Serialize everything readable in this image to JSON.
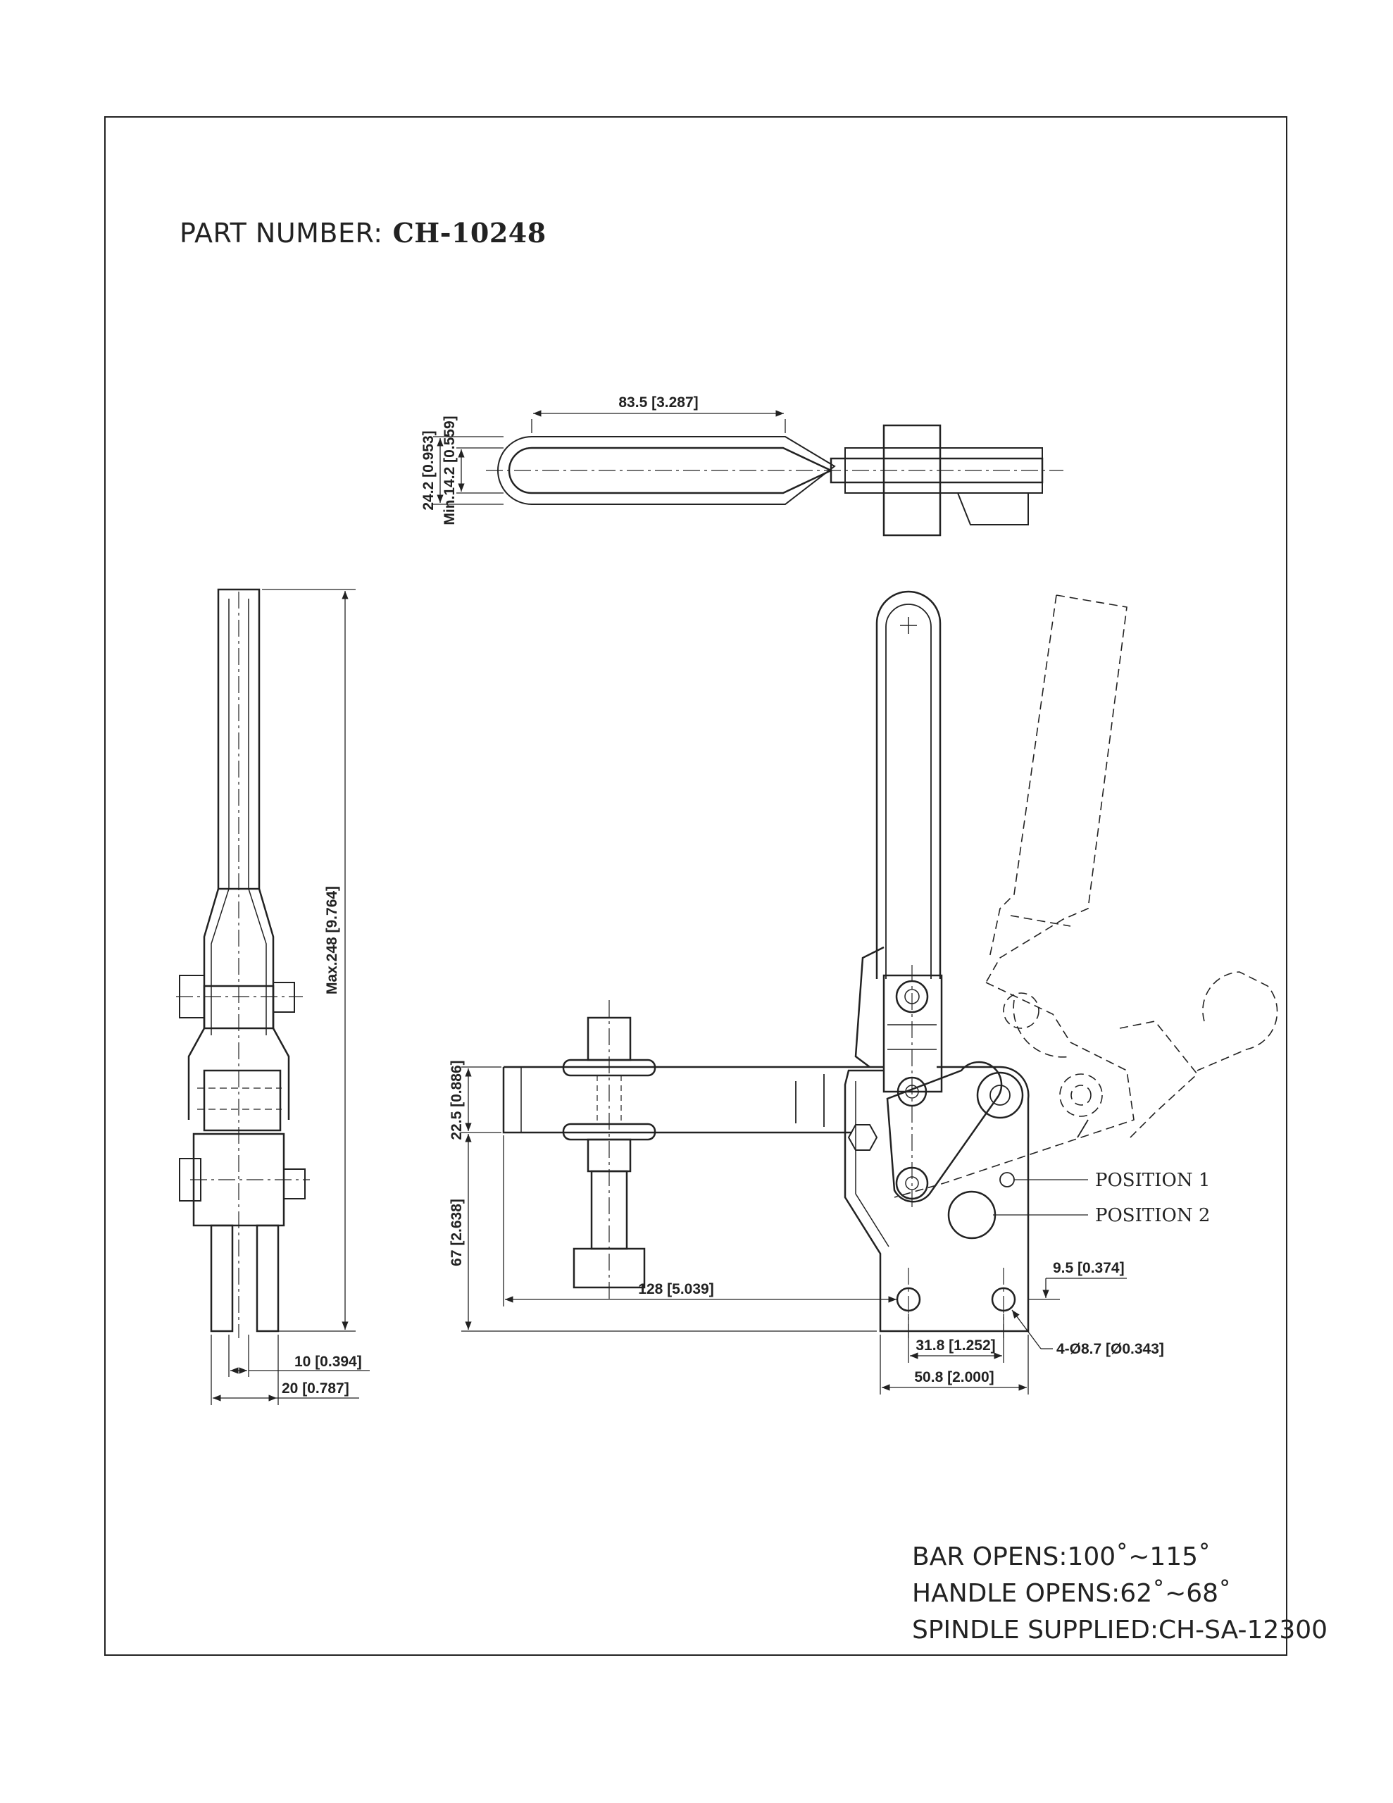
{
  "part": {
    "label": "PART NUMBER:",
    "number": "CH-10248"
  },
  "dimensions": {
    "handle_length": "83.5 [3.287]",
    "handle_width": "24.2 [0.953]",
    "handle_min": "Min.14.2 [0.559]",
    "max_height": "Max.248 [9.764]",
    "bar_thickness": "22.5 [0.886]",
    "base_height": "67 [2.638]",
    "bar_reach": "128 [5.039]",
    "edge_offset": "9.5 [0.374]",
    "hole_spacing": "31.8 [1.252]",
    "hole_diameter": "4-Ø8.7 [Ø0.343]",
    "base_width": "50.8 [2.000]",
    "side_inner": "10 [0.394]",
    "side_outer": "20 [0.787]"
  },
  "positions": {
    "p1": "POSITION  1",
    "p2": "POSITION  2"
  },
  "notes": {
    "bar_opens": "BAR OPENS:100˚~115˚",
    "handle_opens": "HANDLE OPENS:62˚~68˚",
    "spindle": "SPINDLE SUPPLIED:CH-SA-12300"
  }
}
